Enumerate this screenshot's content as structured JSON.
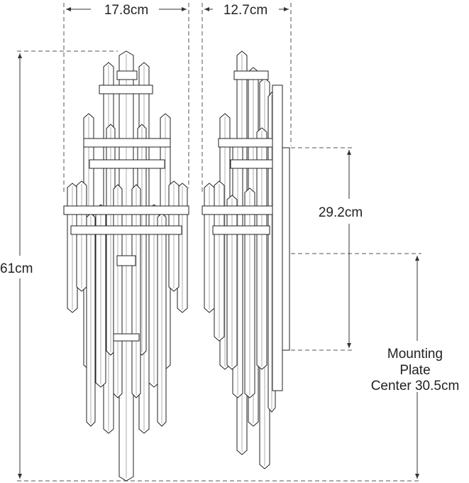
{
  "dimensions": {
    "width": "17.8cm",
    "depth": "12.7cm",
    "height": "61cm",
    "backplate_height": "29.2cm",
    "mounting_label_line1": "Mounting",
    "mounting_label_line2": "Plate",
    "mounting_label_line3": "Center 30.5cm"
  }
}
